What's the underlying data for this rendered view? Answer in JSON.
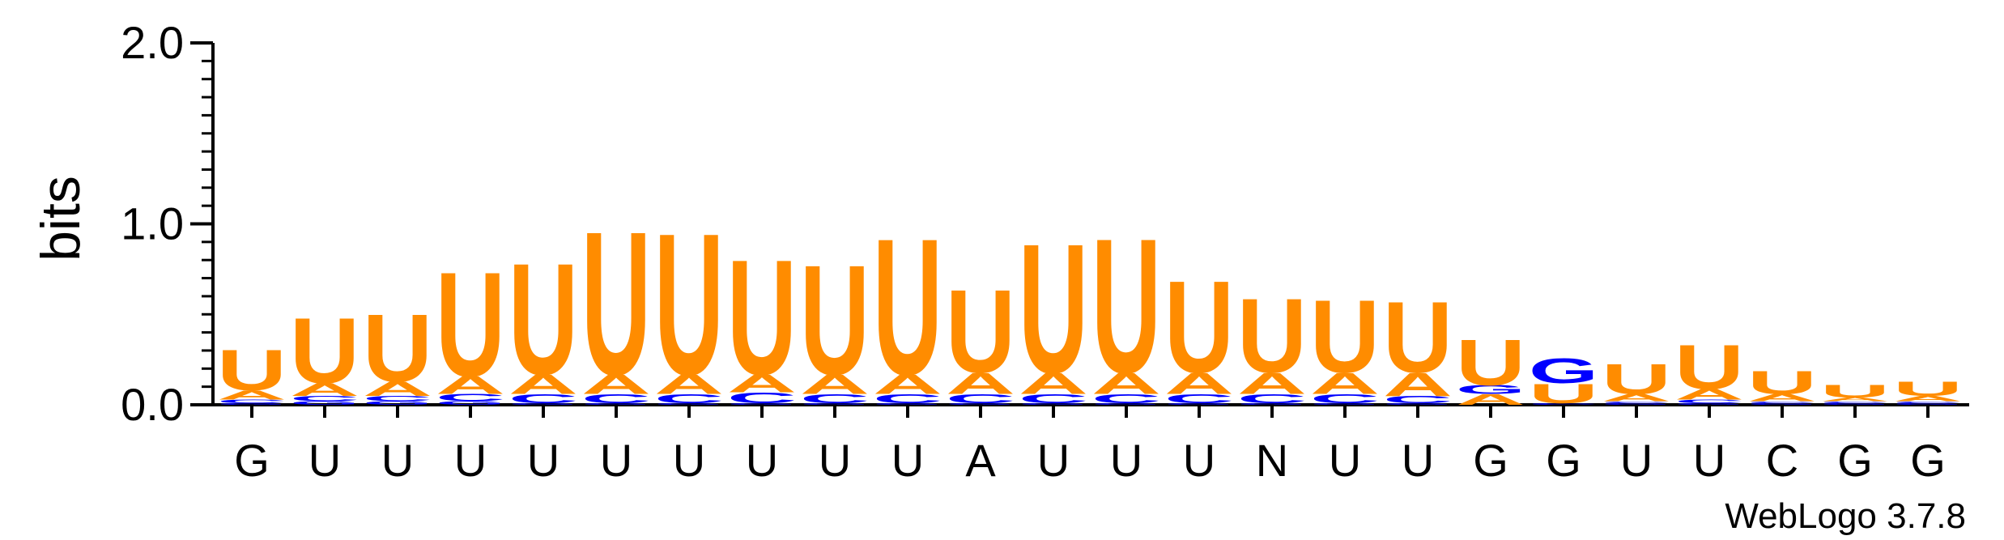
{
  "chart_data": {
    "type": "sequence-logo",
    "ylabel": "bits",
    "ylim": [
      0,
      2.0
    ],
    "yticks": [
      "0.0",
      "1.0",
      "2.0"
    ],
    "minor_tick_step": 0.1,
    "x_labels": [
      "G",
      "U",
      "U",
      "U",
      "U",
      "U",
      "U",
      "U",
      "U",
      "U",
      "A",
      "U",
      "U",
      "U",
      "N",
      "U",
      "U",
      "G",
      "G",
      "U",
      "U",
      "C",
      "G",
      "G"
    ],
    "colors": {
      "A": "#ff8c00",
      "U": "#ff8c00",
      "C": "#0000ff",
      "G": "#0000ff"
    },
    "positions": [
      [
        {
          "letter": "G",
          "bits": 0.01
        },
        {
          "letter": "C",
          "bits": 0.02
        },
        {
          "letter": "A",
          "bits": 0.05
        },
        {
          "letter": "U",
          "bits": 0.23
        }
      ],
      [
        {
          "letter": "G",
          "bits": 0.02
        },
        {
          "letter": "C",
          "bits": 0.03
        },
        {
          "letter": "A",
          "bits": 0.07
        },
        {
          "letter": "U",
          "bits": 0.37
        }
      ],
      [
        {
          "letter": "G",
          "bits": 0.02
        },
        {
          "letter": "C",
          "bits": 0.03
        },
        {
          "letter": "A",
          "bits": 0.08
        },
        {
          "letter": "U",
          "bits": 0.38
        }
      ],
      [
        {
          "letter": "G",
          "bits": 0.02
        },
        {
          "letter": "C",
          "bits": 0.04
        },
        {
          "letter": "A",
          "bits": 0.1
        },
        {
          "letter": "U",
          "bits": 0.59
        }
      ],
      [
        {
          "letter": "G",
          "bits": 0.01
        },
        {
          "letter": "C",
          "bits": 0.05
        },
        {
          "letter": "A",
          "bits": 0.11
        },
        {
          "letter": "U",
          "bits": 0.63
        }
      ],
      [
        {
          "letter": "G",
          "bits": 0.01
        },
        {
          "letter": "C",
          "bits": 0.05
        },
        {
          "letter": "A",
          "bits": 0.11
        },
        {
          "letter": "U",
          "bits": 0.81
        }
      ],
      [
        {
          "letter": "G",
          "bits": 0.01
        },
        {
          "letter": "C",
          "bits": 0.05
        },
        {
          "letter": "A",
          "bits": 0.11
        },
        {
          "letter": "U",
          "bits": 0.8
        }
      ],
      [
        {
          "letter": "G",
          "bits": 0.01
        },
        {
          "letter": "C",
          "bits": 0.06
        },
        {
          "letter": "A",
          "bits": 0.1
        },
        {
          "letter": "U",
          "bits": 0.65
        }
      ],
      [
        {
          "letter": "G",
          "bits": 0.01
        },
        {
          "letter": "C",
          "bits": 0.05
        },
        {
          "letter": "A",
          "bits": 0.11
        },
        {
          "letter": "U",
          "bits": 0.62
        }
      ],
      [
        {
          "letter": "G",
          "bits": 0.01
        },
        {
          "letter": "C",
          "bits": 0.05
        },
        {
          "letter": "A",
          "bits": 0.11
        },
        {
          "letter": "U",
          "bits": 0.77
        }
      ],
      [
        {
          "letter": "G",
          "bits": 0.01
        },
        {
          "letter": "C",
          "bits": 0.05
        },
        {
          "letter": "A",
          "bits": 0.12
        },
        {
          "letter": "U",
          "bits": 0.47
        }
      ],
      [
        {
          "letter": "G",
          "bits": 0.01
        },
        {
          "letter": "C",
          "bits": 0.05
        },
        {
          "letter": "A",
          "bits": 0.12
        },
        {
          "letter": "U",
          "bits": 0.73
        }
      ],
      [
        {
          "letter": "G",
          "bits": 0.01
        },
        {
          "letter": "C",
          "bits": 0.05
        },
        {
          "letter": "A",
          "bits": 0.12
        },
        {
          "letter": "U",
          "bits": 0.76
        }
      ],
      [
        {
          "letter": "G",
          "bits": 0.01
        },
        {
          "letter": "C",
          "bits": 0.05
        },
        {
          "letter": "A",
          "bits": 0.12
        },
        {
          "letter": "U",
          "bits": 0.52
        }
      ],
      [
        {
          "letter": "G",
          "bits": 0.01
        },
        {
          "letter": "C",
          "bits": 0.05
        },
        {
          "letter": "A",
          "bits": 0.12
        },
        {
          "letter": "U",
          "bits": 0.42
        }
      ],
      [
        {
          "letter": "G",
          "bits": 0.01
        },
        {
          "letter": "C",
          "bits": 0.05
        },
        {
          "letter": "A",
          "bits": 0.12
        },
        {
          "letter": "U",
          "bits": 0.41
        }
      ],
      [
        {
          "letter": "G",
          "bits": 0.01
        },
        {
          "letter": "C",
          "bits": 0.04
        },
        {
          "letter": "A",
          "bits": 0.13
        },
        {
          "letter": "U",
          "bits": 0.4
        }
      ],
      [
        {
          "letter": "A",
          "bits": 0.06
        },
        {
          "letter": "G",
          "bits": 0.05
        },
        {
          "letter": "U",
          "bits": 0.26
        }
      ],
      [
        {
          "letter": "C",
          "bits": 0.01
        },
        {
          "letter": "U",
          "bits": 0.11
        },
        {
          "letter": "G",
          "bits": 0.14
        }
      ],
      [
        {
          "letter": "G",
          "bits": 0.01
        },
        {
          "letter": "C",
          "bits": 0.01
        },
        {
          "letter": "A",
          "bits": 0.04
        },
        {
          "letter": "U",
          "bits": 0.17
        }
      ],
      [
        {
          "letter": "G",
          "bits": 0.01
        },
        {
          "letter": "C",
          "bits": 0.02
        },
        {
          "letter": "A",
          "bits": 0.06
        },
        {
          "letter": "U",
          "bits": 0.25
        }
      ],
      [
        {
          "letter": "G",
          "bits": 0.01
        },
        {
          "letter": "C",
          "bits": 0.01
        },
        {
          "letter": "A",
          "bits": 0.04
        },
        {
          "letter": "U",
          "bits": 0.13
        }
      ],
      [
        {
          "letter": "G",
          "bits": 0.01
        },
        {
          "letter": "C",
          "bits": 0.01
        },
        {
          "letter": "A",
          "bits": 0.02
        },
        {
          "letter": "U",
          "bits": 0.07
        }
      ],
      [
        {
          "letter": "G",
          "bits": 0.01
        },
        {
          "letter": "C",
          "bits": 0.01
        },
        {
          "letter": "A",
          "bits": 0.03
        },
        {
          "letter": "U",
          "bits": 0.08
        }
      ]
    ]
  },
  "footer": {
    "credit": "WebLogo 3.7.8"
  }
}
